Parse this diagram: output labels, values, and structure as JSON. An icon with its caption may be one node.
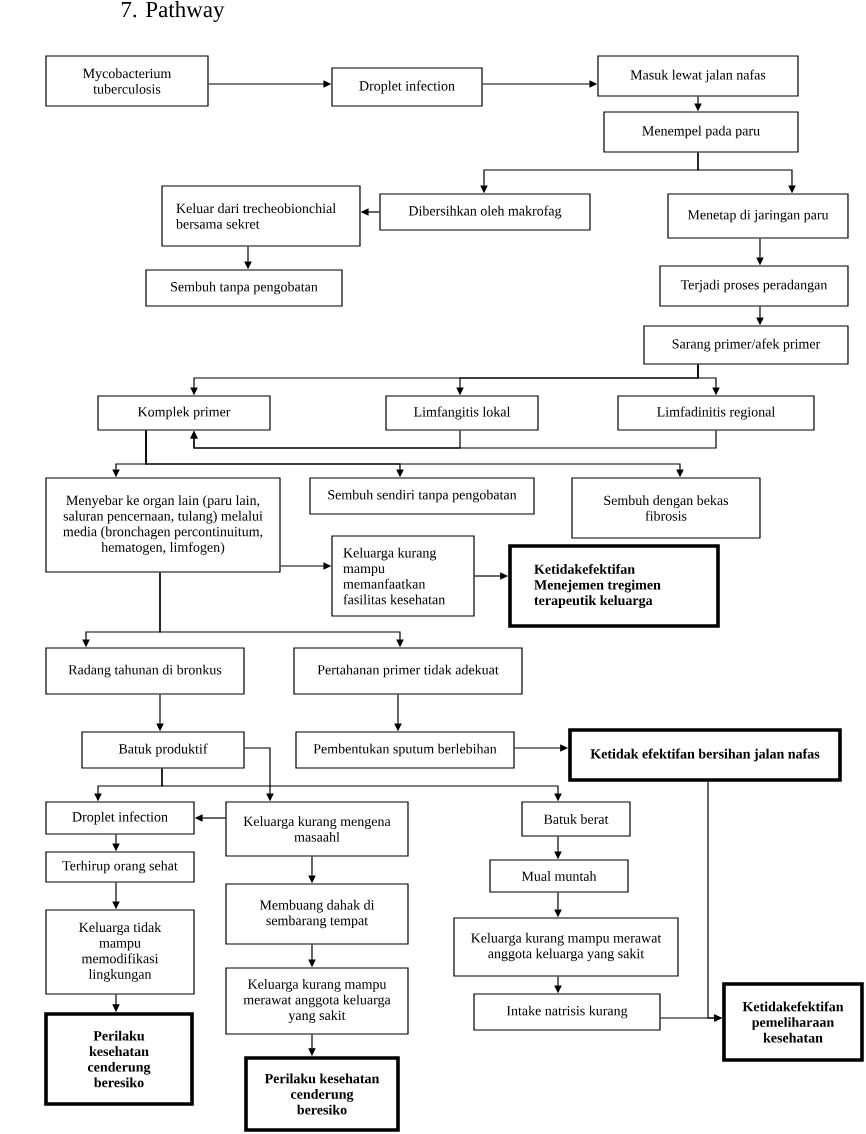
{
  "diagram": {
    "title": "7. Pathway",
    "nodes": [
      {
        "text": [
          "Mycobacterium tuberculosis"
        ]
      },
      {
        "text": [
          "Droplet infection"
        ]
      },
      {
        "text": [
          "Masuk lewat jalan nafas"
        ]
      },
      {
        "text": [
          "Menempel pada paru"
        ]
      },
      {
        "text": [
          "Keluar dari trecheobionchial bersama sekret"
        ]
      },
      {
        "text": [
          "Dibersihkan oleh makrofag"
        ]
      },
      {
        "text": [
          "Menetap di jaringan paru"
        ]
      },
      {
        "text": [
          "Sembuh tanpa pengobatan"
        ]
      },
      {
        "text": [
          "Terjadi proses peradangan"
        ]
      },
      {
        "text": [
          "Sarang primer/afek primer"
        ]
      },
      {
        "text": [
          "Komplek primer"
        ]
      },
      {
        "text": [
          "Limfangitis lokal"
        ]
      },
      {
        "text": [
          "Limfadinitis regional"
        ]
      },
      {
        "text": [
          "Menyebar ke organ lain (paru lain, saluran pencernaan, tulang) melalui media (bronchagen percontinuitum, hematogen, limfogen)"
        ]
      },
      {
        "text": [
          "Sembuh sendiri tanpa pengobatan"
        ]
      },
      {
        "text": [
          "Sembuh dengan bekas fibrosis"
        ]
      },
      {
        "text": [
          "Keluarga kurang mampu memanfaatkan fasilitas kesehatan"
        ]
      },
      {
        "text": [
          "Ketidakefektifan Menejemen tregimen terapeutik keluarga"
        ]
      },
      {
        "text": [
          "Radang tahunan di bronkus"
        ]
      },
      {
        "text": [
          "Pertahanan primer tidak adekuat"
        ]
      },
      {
        "text": [
          "Batuk produktif"
        ]
      },
      {
        "text": [
          "Pembentukan sputum berlebihan"
        ]
      },
      {
        "text": [
          "Ketidak efektifan bersihan jalan nafas"
        ]
      },
      {
        "text": [
          "Droplet infection"
        ]
      },
      {
        "text": [
          "Keluarga kurang mengena masaahl"
        ]
      },
      {
        "text": [
          "Batuk berat"
        ]
      },
      {
        "text": [
          "Terhirup orang sehat"
        ]
      },
      {
        "text": [
          "Mual muntah"
        ]
      },
      {
        "text": [
          "Membuang dahak di sembarang tempat"
        ]
      },
      {
        "text": [
          "Keluarga tidak mampu memodifikasi lingkungan"
        ]
      },
      {
        "text": [
          "Keluarga kurang mampu merawat anggota keluarga yang sakit"
        ]
      },
      {
        "text": [
          "Keluarga kurang mampu merawat anggota keluarga yang sakit"
        ]
      },
      {
        "text": [
          "Intake natrisis kurang"
        ]
      },
      {
        "text": [
          "Ketidakefektifan pemeliharaan kesehatan"
        ]
      },
      {
        "text": [
          "Perilaku kesehatan cenderung beresiko"
        ]
      },
      {
        "text": [
          "Perilaku kesehatan cenderung beresiko"
        ]
      }
    ],
    "edges": [
      {
        "from": 0,
        "to": 1,
        "arrow": "to"
      },
      {
        "from": 1,
        "to": 2,
        "arrow": "to"
      },
      {
        "from": 2,
        "to": 3,
        "arrow": "to"
      },
      {
        "from": 3,
        "to": 5,
        "arrow": "to"
      },
      {
        "from": 3,
        "to": 6,
        "arrow": "to"
      },
      {
        "from": 5,
        "to": 4,
        "arrow": "to"
      },
      {
        "from": 4,
        "to": 7,
        "arrow": "to"
      },
      {
        "from": 6,
        "to": 8,
        "arrow": "to"
      },
      {
        "from": 8,
        "to": 9,
        "arrow": "to"
      },
      {
        "from": 9,
        "to": 10,
        "arrow": "to"
      },
      {
        "from": 9,
        "to": 11,
        "arrow": "to"
      },
      {
        "from": 9,
        "to": 12,
        "arrow": "to"
      },
      {
        "from": 11,
        "to": 10,
        "arrow": "to"
      },
      {
        "from": 12,
        "to": 10,
        "arrow": "to"
      },
      {
        "from": 10,
        "to": 13,
        "arrow": "to"
      },
      {
        "from": 10,
        "to": 14,
        "arrow": "to"
      },
      {
        "from": 10,
        "to": 15,
        "arrow": "to"
      },
      {
        "from": 13,
        "to": 16,
        "arrow": "to"
      },
      {
        "from": 16,
        "to": 17,
        "arrow": "to"
      },
      {
        "from": 13,
        "to": 18,
        "arrow": "to"
      },
      {
        "from": 13,
        "to": 19,
        "arrow": "to"
      },
      {
        "from": 18,
        "to": 20,
        "arrow": "to"
      },
      {
        "from": 19,
        "to": 21,
        "arrow": "to"
      },
      {
        "from": 21,
        "to": 22,
        "arrow": "to"
      },
      {
        "from": 20,
        "to": 23,
        "arrow": "to"
      },
      {
        "from": 20,
        "to": 25,
        "arrow": "to"
      },
      {
        "from": 20,
        "to": 24,
        "arrow": "to"
      },
      {
        "from": 24,
        "to": 23,
        "arrow": "to"
      },
      {
        "from": 23,
        "to": 26,
        "arrow": "to"
      },
      {
        "from": 26,
        "to": 29,
        "arrow": "to"
      },
      {
        "from": 29,
        "to": 34,
        "arrow": "to"
      },
      {
        "from": 24,
        "to": 28,
        "arrow": "to"
      },
      {
        "from": 28,
        "to": 31,
        "arrow": "to"
      },
      {
        "from": 31,
        "to": 35,
        "arrow": "to"
      },
      {
        "from": 25,
        "to": 27,
        "arrow": "to"
      },
      {
        "from": 27,
        "to": 30,
        "arrow": "to"
      },
      {
        "from": 30,
        "to": 32,
        "arrow": "to"
      },
      {
        "from": 32,
        "to": 33,
        "arrow": "to"
      },
      {
        "from": 22,
        "to": 33,
        "arrow": "to"
      }
    ]
  }
}
